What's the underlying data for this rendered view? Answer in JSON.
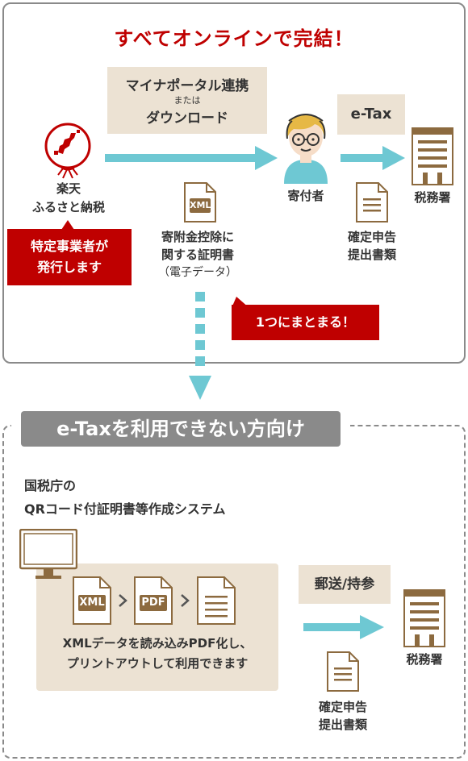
{
  "top": {
    "headline": "すべてオンラインで完結！",
    "mynaportal": {
      "line1": "マイナポータル連携",
      "line2": "または",
      "line3": "ダウンロード"
    },
    "etax_label": "e-Tax",
    "rakuten": {
      "line1": "楽天",
      "line2": "ふるさと納税"
    },
    "donor_label": "寄付者",
    "tax_office_label": "税務署",
    "certificate": {
      "badge": "XML",
      "line1": "寄附金控除に",
      "line2": "関する証明書",
      "line3": "（電子データ）"
    },
    "return_docs": {
      "line1": "確定申告",
      "line2": "提出書類"
    },
    "issuer_tag": {
      "line1": "特定事業者が",
      "line2": "発行します"
    },
    "together_tag": "1つにまとまる！"
  },
  "bottom": {
    "heading": "e-Taxを利用できない方向け",
    "nta_title": {
      "line1": "国税庁の",
      "line2": "QRコード付証明書等作成システム"
    },
    "xml_badge": "XML",
    "pdf_badge": "PDF",
    "process_text": {
      "line1": "XMLデータを読み込みPDF化し、",
      "line2": "プリントアウトして利用できます"
    },
    "mail_label": "郵送/持参",
    "tax_office_label": "税務署",
    "return_docs": {
      "line1": "確定申告",
      "line2": "提出書類"
    }
  },
  "colors": {
    "accent_red": "#bf0000",
    "arrow_teal": "#6ec8d3",
    "beige": "#ece2d3",
    "doc_brown": "#8c6a3f",
    "gray": "#8a8a8a"
  }
}
